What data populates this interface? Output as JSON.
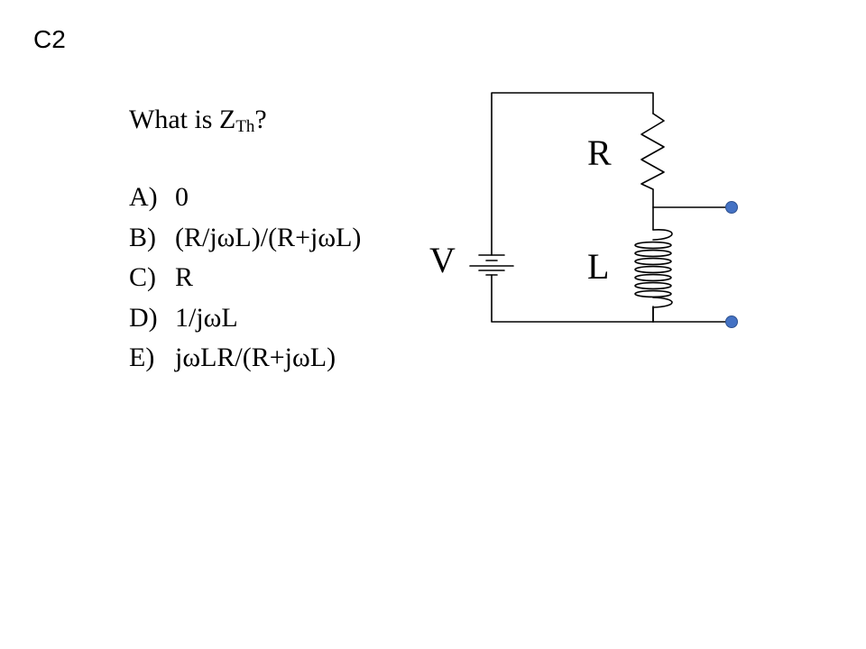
{
  "slide": {
    "label": "C2"
  },
  "question": {
    "prefix": "What is Z",
    "subscript": "Th",
    "suffix": "?"
  },
  "options": [
    {
      "letter": "A)",
      "text": "0"
    },
    {
      "letter": "B)",
      "text": "(R/jωL)/(R+jωL)"
    },
    {
      "letter": "C)",
      "text": "R"
    },
    {
      "letter": "D)",
      "text": "1/jωL"
    },
    {
      "letter": "E)",
      "text": "jωLR/(R+jωL)"
    }
  ],
  "circuit": {
    "labels": {
      "resistor": "R",
      "inductor": "L",
      "source": "V"
    },
    "colors": {
      "wire": "#000000",
      "terminal": "#4472C4"
    }
  }
}
